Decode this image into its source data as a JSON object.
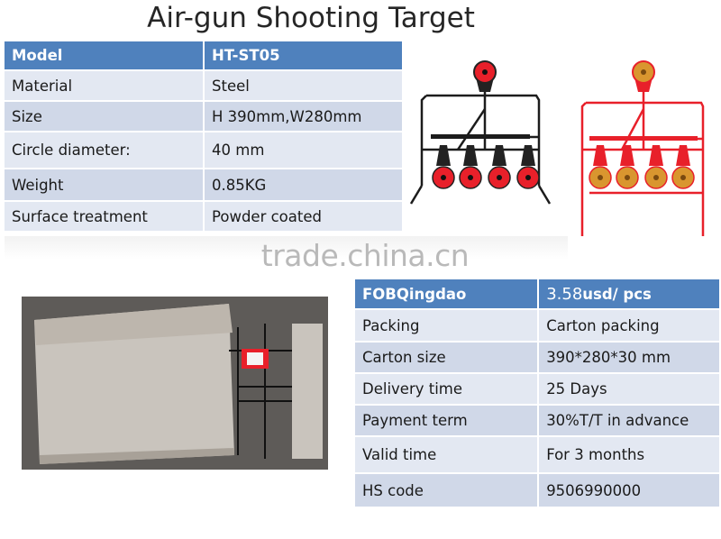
{
  "title": "Air-gun Shooting Target",
  "spec_table": {
    "header": {
      "label": "Model",
      "value": "HT-ST05"
    },
    "rows": [
      {
        "label": "Material",
        "value": "Steel"
      },
      {
        "label": "Size",
        "value": "H 390mm,W280mm"
      },
      {
        "label": "Circle diameter:",
        "value": "40 mm"
      },
      {
        "label": "Weight",
        "value": "0.85KG"
      },
      {
        "label": "Surface treatment",
        "value": "Powder coated"
      }
    ]
  },
  "trade_table": {
    "header": {
      "label": "FOBQingdao",
      "price": "3.58",
      "price_unit": "usd/ pcs"
    },
    "rows": [
      {
        "label": "Packing",
        "value": "Carton packing"
      },
      {
        "label": "Carton size",
        "value": "390*280*30 mm"
      },
      {
        "label": "Delivery time",
        "value": "25 Days"
      },
      {
        "label": "Payment term",
        "value": "30%T/T in advance"
      },
      {
        "label": "Valid time",
        "value": "For 3 months"
      },
      {
        "label": "HS code",
        "value": "9506990000"
      }
    ]
  },
  "watermark": "trade.china.cn",
  "colors": {
    "header_blue": "#4f81bd",
    "row_light": "#e3e8f2",
    "row_dark": "#d0d8e8",
    "target_red": "#e8202a",
    "target_orange": "#d9962f"
  }
}
